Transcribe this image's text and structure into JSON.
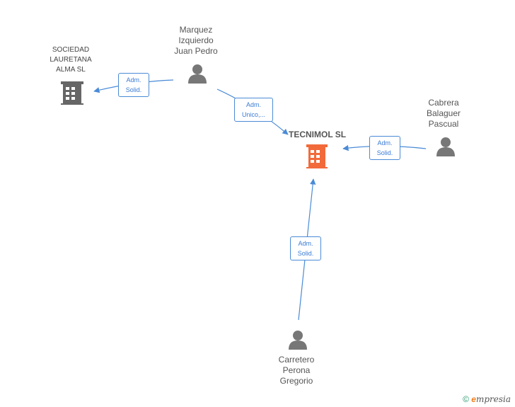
{
  "nodes": {
    "tecnimol": {
      "label": "TECNIMOL SL",
      "color": "#f26a3a"
    },
    "sociedad": {
      "label": "SOCIEDAD\nLAURETANA\nALMA  SL",
      "color": "#666666"
    },
    "marquez": {
      "label": "Marquez\nIzquierdo\nJuan Pedro"
    },
    "cabrera": {
      "label": "Cabrera\nBalaguer\nPascual"
    },
    "carretero": {
      "label": "Carretero\nPerona\nGregorio"
    }
  },
  "edges": {
    "marquez_sociedad": "Adm.\nSolid.",
    "marquez_tecnimol": "Adm.\nUnico,...",
    "cabrera_tecnimol": "Adm.\nSolid.",
    "carretero_tecnimol": "Adm.\nSolid."
  },
  "footer": {
    "copyright": "©",
    "brand_initial": "e",
    "brand_rest": "mpresia"
  },
  "colors": {
    "edge": "#4a8bd6",
    "person": "#777777"
  }
}
